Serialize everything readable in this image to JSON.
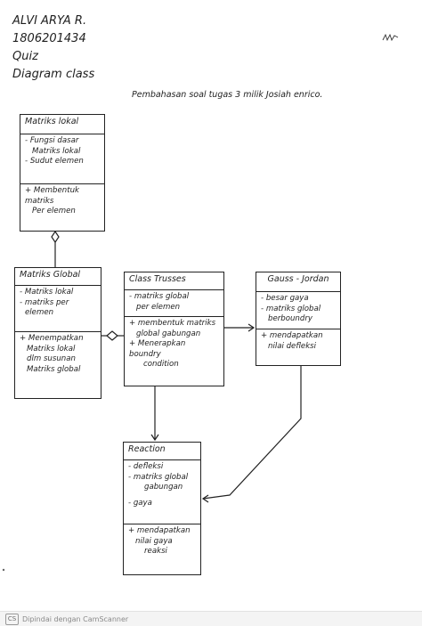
{
  "header": {
    "name": "ALVI ARYA R.",
    "nim": "1806201434",
    "quiz": "Quiz",
    "topic": "Diagram class"
  },
  "subtitle": "Pembahasan soal tugas 3 milik Josiah enrico.",
  "classes": {
    "matriks_lokal": {
      "name": "Matriks lokal",
      "attributes": [
        "- Fungsi dasar",
        "Matriks lokal",
        "- Sudut elemen"
      ],
      "methods": [
        "+ Membentuk matriks",
        "Per elemen"
      ]
    },
    "matriks_global": {
      "name": "Matriks Global",
      "attributes": [
        "- Matriks lokal",
        "- matriks per",
        "elemen"
      ],
      "methods": [
        "+ Menempatkan",
        "Matriks lokal",
        "dlm susunan",
        "Matriks global"
      ]
    },
    "class_trusses": {
      "name": "Class Trusses",
      "attributes": [
        "- matriks global",
        "per elemen"
      ],
      "methods": [
        "+ membentuk matriks",
        "global gabungan",
        "+ Menerapkan boundry",
        "condition"
      ]
    },
    "gauss_jordan": {
      "name": "Gauss - Jordan",
      "attributes": [
        "- besar gaya",
        "- matriks global",
        "berboundry"
      ],
      "methods": [
        "+ mendapatkan",
        "nilai defleksi"
      ]
    },
    "reaction": {
      "name": "Reaction",
      "attributes": [
        "- defleksi",
        "- matriks global",
        "gabungan",
        "- gaya"
      ],
      "methods": [
        "+ mendapatkan",
        "nilai gaya",
        "reaksi"
      ]
    }
  },
  "footer": {
    "badge": "CS",
    "text": "Dipindai dengan CamScanner"
  }
}
